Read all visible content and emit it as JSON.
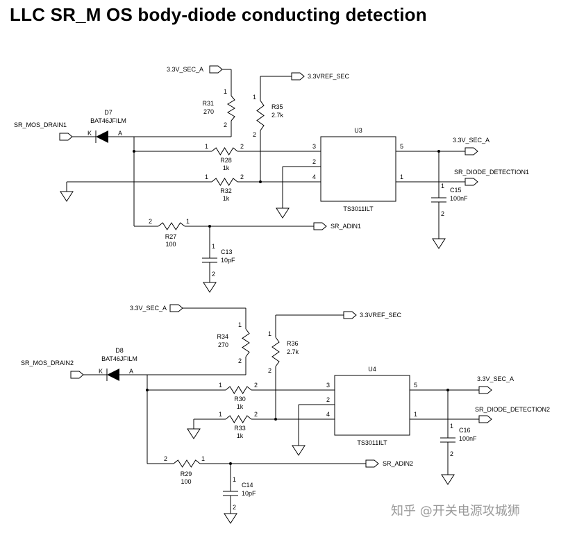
{
  "title": "LLC SR_M OS body-diode conducting detection",
  "watermark": "知乎 @开关电源攻城狮",
  "circuits": [
    {
      "input_net": "SR_MOS_DRAIN1",
      "diode": {
        "ref": "D7",
        "part": "BAT46JFILM",
        "k": "K",
        "a": "A"
      },
      "supply_a": "3.3V_SEC_A",
      "vref": "3.3VREF_SEC",
      "r_pullup": {
        "ref": "R31",
        "value": "270",
        "p1": "1",
        "p2": "2"
      },
      "r_vref": {
        "ref": "R35",
        "value": "2.7k",
        "p1": "1",
        "p2": "2"
      },
      "r_in": {
        "ref": "R28",
        "value": "1k",
        "p1": "1",
        "p2": "2"
      },
      "r_gnd": {
        "ref": "R32",
        "value": "1k",
        "p1": "1",
        "p2": "2"
      },
      "r_adc": {
        "ref": "R27",
        "value": "100",
        "p1": "2",
        "p2": "1"
      },
      "c_adc": {
        "ref": "C13",
        "value": "10pF",
        "p1": "1",
        "p2": "2"
      },
      "adc_net": "SR_ADIN1",
      "ic": {
        "ref": "U3",
        "part": "TS3011ILT",
        "pins": [
          "3",
          "2",
          "4",
          "5",
          "1"
        ]
      },
      "out_supply": "3.3V_SEC_A",
      "out_net": "SR_DIODE_DETECTION1",
      "c_out": {
        "ref": "C15",
        "value": "100nF",
        "p1": "1",
        "p2": "2"
      }
    },
    {
      "input_net": "SR_MOS_DRAIN2",
      "diode": {
        "ref": "D8",
        "part": "BAT46JFILM",
        "k": "K",
        "a": "A"
      },
      "supply_a": "3.3V_SEC_A",
      "vref": "3.3VREF_SEC",
      "r_pullup": {
        "ref": "R34",
        "value": "270",
        "p1": "1",
        "p2": "2"
      },
      "r_vref": {
        "ref": "R36",
        "value": "2.7k",
        "p1": "1",
        "p2": "2"
      },
      "r_in": {
        "ref": "R30",
        "value": "1k",
        "p1": "1",
        "p2": "2"
      },
      "r_gnd": {
        "ref": "R33",
        "value": "1k",
        "p1": "1",
        "p2": "2"
      },
      "r_adc": {
        "ref": "R29",
        "value": "100",
        "p1": "2",
        "p2": "1"
      },
      "c_adc": {
        "ref": "C14",
        "value": "10pF",
        "p1": "1",
        "p2": "2"
      },
      "adc_net": "SR_ADIN2",
      "ic": {
        "ref": "U4",
        "part": "TS3011ILT",
        "pins": [
          "3",
          "2",
          "4",
          "5",
          "1"
        ]
      },
      "out_supply": "3.3V_SEC_A",
      "out_net": "SR_DIODE_DETECTION2",
      "c_out": {
        "ref": "C16",
        "value": "100nF",
        "p1": "1",
        "p2": "2"
      }
    }
  ]
}
